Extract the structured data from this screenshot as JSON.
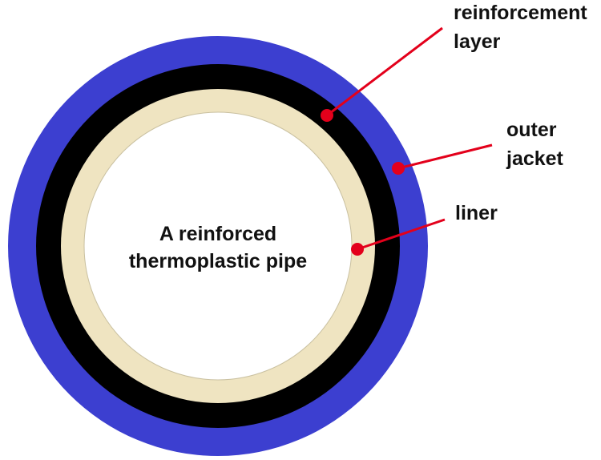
{
  "diagram": {
    "center_label": {
      "line1": "A reinforced",
      "line2": "thermoplastic pipe"
    },
    "layers": [
      {
        "name": "outer-jacket",
        "color": "#3c3fd0"
      },
      {
        "name": "reinforcement-layer",
        "color": "#000000"
      },
      {
        "name": "liner",
        "color": "#efe4c1"
      },
      {
        "name": "bore",
        "color": "#ffffff"
      }
    ],
    "callouts": {
      "reinforcement": {
        "line1": "reinforcement",
        "line2": "layer"
      },
      "outer_jacket": {
        "line1": "outer",
        "line2": "jacket"
      },
      "liner": {
        "line1": "liner"
      }
    },
    "callout_color": "#e3001b"
  }
}
